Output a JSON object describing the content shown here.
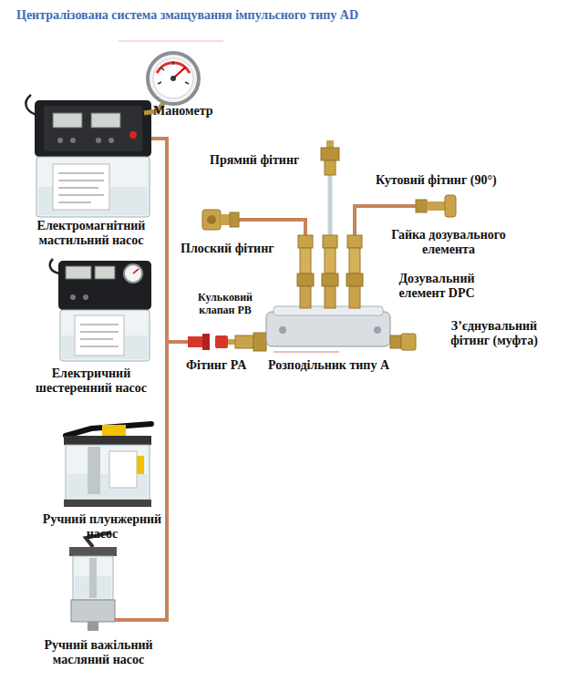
{
  "diagram": {
    "title": "Централізована система змащування імпульсного типу AD",
    "labels": [
      "Манометр",
      "Електромагнітний мастильний насос",
      "Електричний шестеренний насос",
      "Ручний плунжерний насос",
      "Ручний важільний масляний насос",
      "Прямий фітинг",
      "Кутовий фітинг (90°)",
      "Плоский фітинг",
      "Гайка дозувального елемента",
      "Дозувальний елемент DPC",
      "Кульковий клапан PB",
      "Фітинг PA",
      "Розподільник типу A",
      "З’єднувальний фітинг (муфта)"
    ]
  }
}
